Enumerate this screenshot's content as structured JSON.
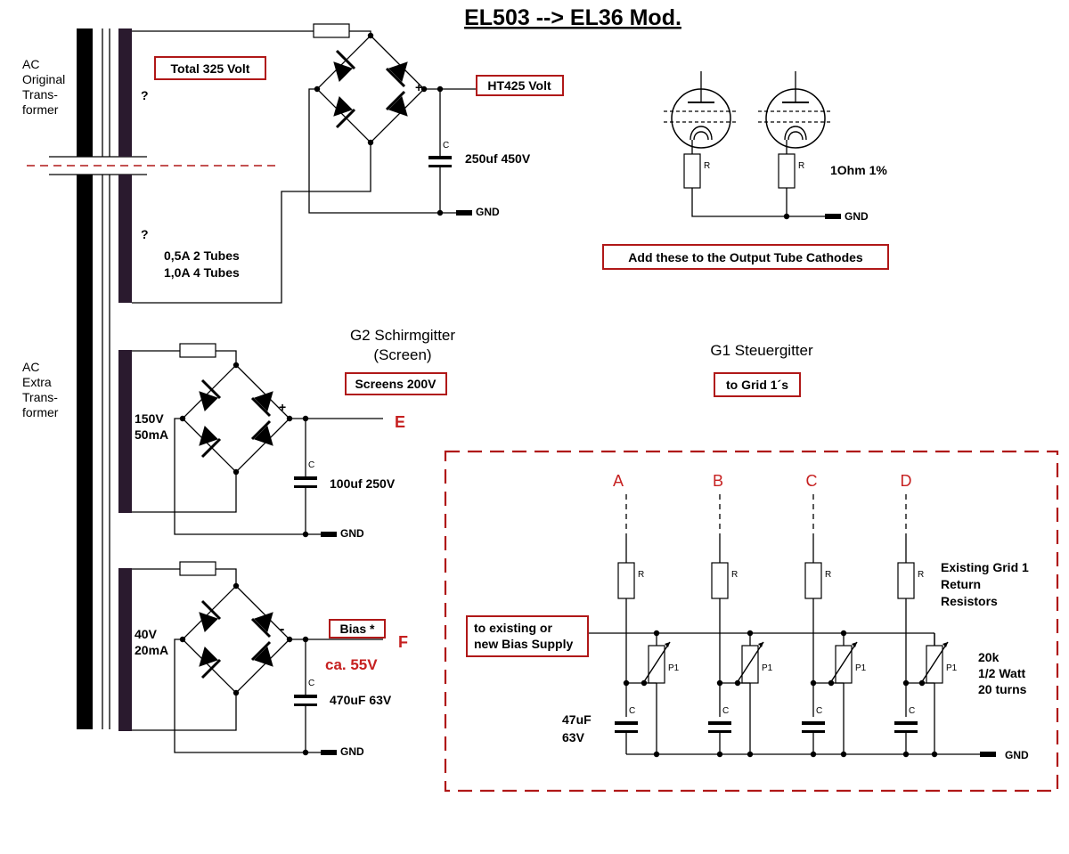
{
  "title": "EL503 --> EL36 Mod.",
  "colors": {
    "accent_red": "#c62020",
    "box_border": "#b01818",
    "winding": "#2a1a2e"
  },
  "transformer": {
    "original_label": [
      "AC",
      "Original",
      "Trans-",
      "former"
    ],
    "extra_label": [
      "AC",
      "Extra",
      "Trans-",
      "former"
    ],
    "unknown_marks": [
      "?",
      "?"
    ]
  },
  "ht_section": {
    "total_label": "Total 325 Volt",
    "ht_label": "HT425 Volt",
    "plus": "+",
    "cap_c": "C",
    "cap_value": "250uf 450V",
    "gnd": "GND",
    "current_lines": [
      "0,5A 2 Tubes",
      "1,0A 4 Tubes"
    ]
  },
  "cathode_section": {
    "res_r": [
      "R",
      "R"
    ],
    "value": "1Ohm 1%",
    "gnd": "GND",
    "note": "Add these to the Output Tube Cathodes"
  },
  "screen_section": {
    "heading": [
      "G2 Schirmgitter",
      "(Screen)"
    ],
    "box_label": "Screens 200V",
    "winding_label": [
      "150V",
      "50mA"
    ],
    "plus": "+",
    "output": "E",
    "cap_c": "C",
    "cap_value": "100uf 250V",
    "gnd": "GND"
  },
  "bias_section": {
    "winding_label": [
      "40V",
      "20mA"
    ],
    "minus": "-",
    "box_label": "Bias *",
    "output": "F",
    "voltage": "ca. 55V",
    "cap_c": "C",
    "cap_value": "470uF 63V",
    "gnd": "GND"
  },
  "grid_section": {
    "heading": "G1 Steuergitter",
    "box_label": "to Grid 1´s",
    "channels": [
      "A",
      "B",
      "C",
      "D"
    ],
    "res_r": [
      "R",
      "R",
      "R",
      "R"
    ],
    "pot_p": [
      "P1",
      "P1",
      "P1",
      "P1"
    ],
    "cap_c": [
      "C",
      "C",
      "C",
      "C"
    ],
    "existing_label": [
      "Existing Grid 1",
      "Return",
      "Resistors"
    ],
    "bias_box_label": [
      "to existing or",
      "new Bias Supply"
    ],
    "pot_label": [
      "20k",
      "1/2 Watt",
      "20 turns"
    ],
    "cap_value": [
      "47uF",
      "63V"
    ],
    "gnd": "GND"
  }
}
